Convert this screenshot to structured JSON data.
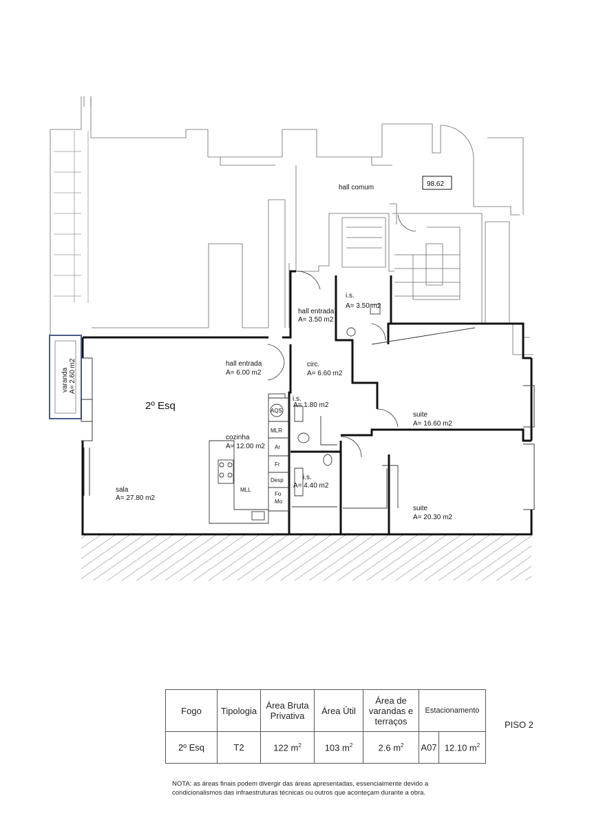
{
  "plan": {
    "common_hall": {
      "label": "hall comum",
      "code": "98.62"
    },
    "unit_label": "2º Esq",
    "rooms": [
      {
        "id": "varanda",
        "name": "varanda",
        "area": "A= 2.60 m2"
      },
      {
        "id": "hall-entrada-common",
        "name": "hall entrada",
        "area": "A= 3.50 m2"
      },
      {
        "id": "is-upper",
        "name": "i.s.",
        "area": "A= 3.50 m2"
      },
      {
        "id": "hall-entrada",
        "name": "hall entrada",
        "area": "A= 6.00 m2"
      },
      {
        "id": "circ",
        "name": "circ.",
        "area": "A= 6.60 m2"
      },
      {
        "id": "is-small",
        "name": "i.s.",
        "area": "A= 1.80 m2"
      },
      {
        "id": "cozinha",
        "name": "cozinha",
        "area": "A= 12.00 m2"
      },
      {
        "id": "is-lower",
        "name": "i.s.",
        "area": "A= 4.40 m2"
      },
      {
        "id": "suite-1",
        "name": "suite",
        "area": "A= 16.60 m2"
      },
      {
        "id": "suite-2",
        "name": "suite",
        "area": "A= 20.30 m2"
      },
      {
        "id": "sala",
        "name": "sala",
        "area": "A= 27.80 m2"
      }
    ],
    "appliances": [
      "AQS",
      "MLR",
      "Ar",
      "Fr",
      "Desp",
      "MLL",
      "Fo",
      "Mo"
    ]
  },
  "table": {
    "headers": [
      "Fogo",
      "Tipologia",
      "Área Bruta",
      "Privativa",
      "Área Útil",
      "Área de",
      "varandas e",
      "terraços",
      "Estacionamento"
    ],
    "row": {
      "fogo": "2º Esq",
      "tipologia": "T2",
      "area_bruta": "122 m",
      "area_util": "103 m",
      "varandas": "2.6 m",
      "estacionamento_code": "A07",
      "estacionamento_area": "12.10 m",
      "sup": "2"
    }
  },
  "floor_label": "PISO 2",
  "note": "NOTA: as áreas finais podem divergir das áreas apresentadas, essencialmente devido a condicionalismos das infraestruturas técnicas ou outros que aconteçam durante a obra."
}
